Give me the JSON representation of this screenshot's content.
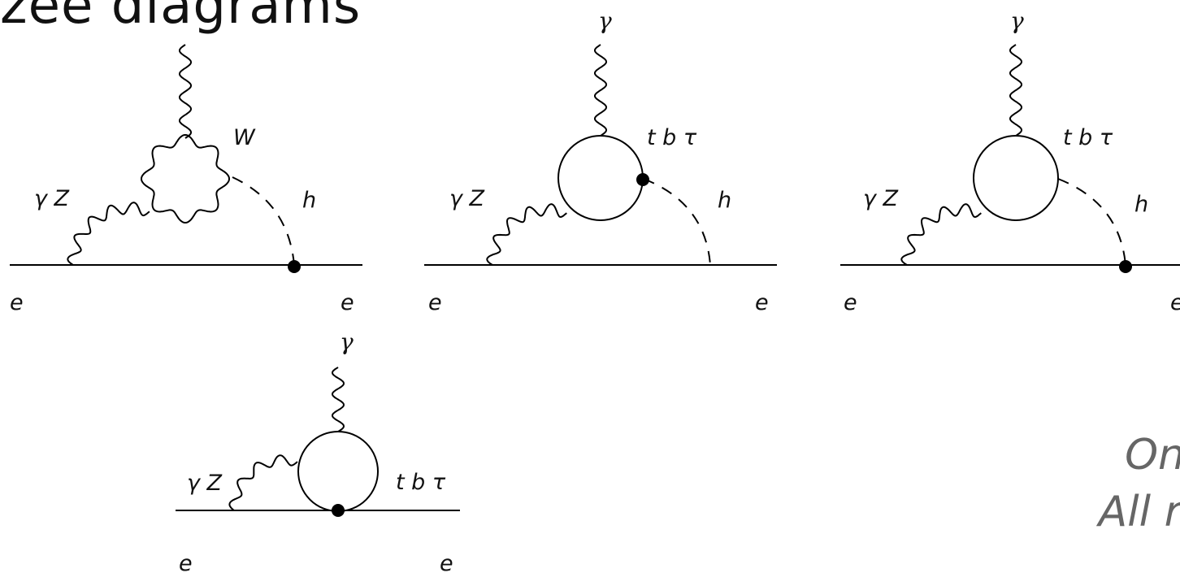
{
  "title": "zee diagrams",
  "side_text": [
    "On",
    "All r"
  ],
  "colors": {
    "line": "#000000",
    "side_text": "#666666"
  },
  "diagrams": [
    {
      "photon": "γ",
      "gauge": "γ Z",
      "loop": "W",
      "higgs": "h",
      "left_fermion": "e",
      "right_fermion": "e"
    },
    {
      "photon": "γ",
      "gauge": "γ Z",
      "loop": "t b τ",
      "higgs": "h",
      "left_fermion": "e",
      "right_fermion": "e"
    },
    {
      "photon": "γ",
      "gauge": "γ Z",
      "loop": "t b τ",
      "higgs": "h",
      "left_fermion": "e",
      "right_fermion": "e"
    },
    {
      "photon": "γ",
      "gauge": "γ Z",
      "loop": "t b τ",
      "left_fermion": "e",
      "right_fermion": "e"
    }
  ]
}
